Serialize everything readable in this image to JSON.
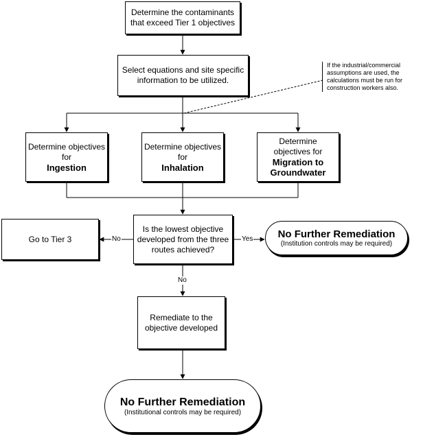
{
  "nodes": {
    "determine_contaminants": "Determine the contaminants that exceed Tier 1 objectives",
    "select_equations": "Select equations and site specific information to be utilized.",
    "ingestion": {
      "prefix": "Determine objectives for",
      "emphasis": "Ingestion"
    },
    "inhalation": {
      "prefix": "Determine objectives for",
      "emphasis": "Inhalation"
    },
    "migration": {
      "prefix": "Determine objectives for",
      "emphasis": "Migration to Groundwater"
    },
    "decision": "Is the lowest objective developed from the three routes achieved?",
    "go_tier3": "Go to Tier 3",
    "no_further_right": {
      "title": "No Further Remediation",
      "subtitle": "(Institution controls may be required)"
    },
    "remediate": "Remediate to the objective developed",
    "no_further_bottom": {
      "title": "No Further Remediation",
      "subtitle": "(Institutional controls may be required)"
    }
  },
  "note": "If the industrial/commercial assumptions are used, the calculations must be run for construction workers also.",
  "edges": {
    "no_left": "No",
    "yes_right": "Yes",
    "no_down": "No"
  }
}
